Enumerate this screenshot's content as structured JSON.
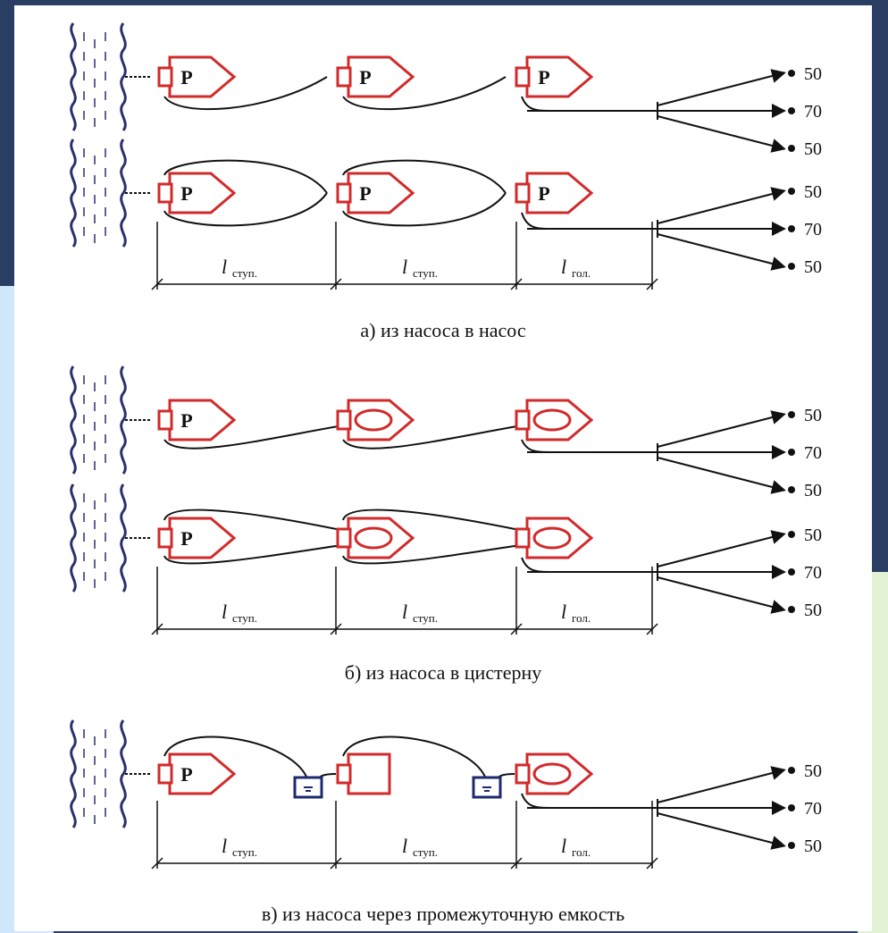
{
  "captions": {
    "a": "а) из насоса в насос",
    "b": "б) из насоса в цистерну",
    "c": "в) из насоса через промежуточную емкость"
  },
  "pump_label": "P",
  "length_labels": {
    "main": "l",
    "stage_sub": "ступ.",
    "head_sub": "гол."
  },
  "outputs": [
    "50",
    "70",
    "50"
  ],
  "colors": {
    "pump": "#d22a2a",
    "container": "#1d2a6e",
    "water": "#2a2f6e",
    "hose": "#111111",
    "frame_dark": "#2a3d63"
  }
}
